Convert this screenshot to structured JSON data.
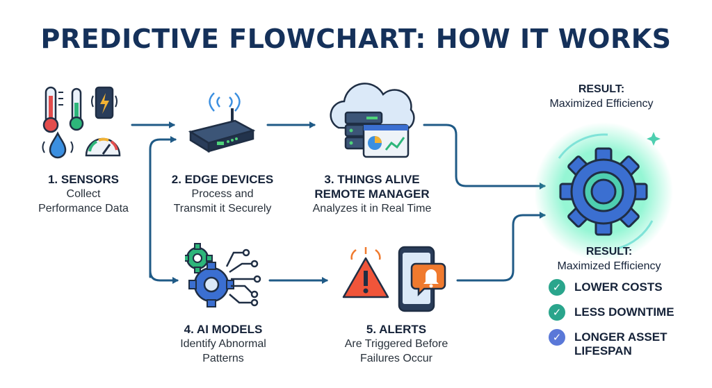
{
  "title": "PREDICTIVE FLOWCHART: HOW IT WORKS",
  "steps": [
    {
      "heading": "1. SENSORS",
      "line1": "Collect",
      "line2": "Performance Data"
    },
    {
      "heading": "2. EDGE DEVICES",
      "line1": "Process and",
      "line2": "Transmit  it Securely"
    },
    {
      "heading": "3. THINGS ALIVE",
      "heading2": "REMOTE MANAGER",
      "line1": "Analyzes it in Real Time"
    },
    {
      "heading": "4. AI MODELS",
      "line1": "Identify Abnormal",
      "line2": "Patterns"
    },
    {
      "heading": "5. ALERTS",
      "line1": "Are Triggered Before",
      "line2": "Failures Occur"
    }
  ],
  "result_top": {
    "label": "RESULT:",
    "value": "Maximized Efficiency"
  },
  "result_bottom": {
    "label": "RESULT:",
    "value": "Maximized Efficiency"
  },
  "benefits": [
    {
      "text": "LOWER COSTS",
      "color": "#2aa58c"
    },
    {
      "text": "LESS DOWNTIME",
      "color": "#2aa58c"
    },
    {
      "text": "LONGER ASSET LIFESPAN",
      "color": "#5a78d8"
    }
  ],
  "colors": {
    "arrow": "#1f5a86",
    "title": "#15315a",
    "gear": "#3b6fd1",
    "glow": "#4ef0b8"
  }
}
